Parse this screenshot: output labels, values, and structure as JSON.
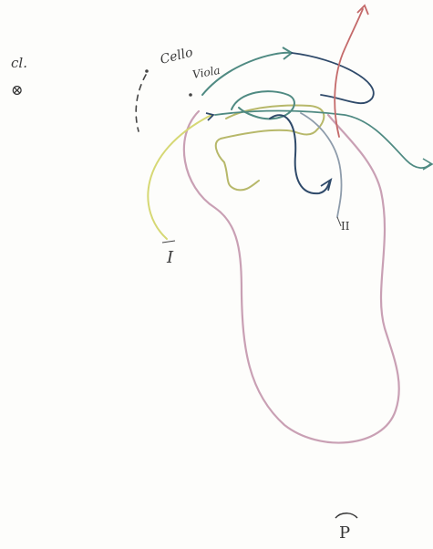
{
  "labels": {
    "corner_mark": "cl.",
    "corner_symbol": "⊗",
    "cello": "Cello",
    "viola": "Viola",
    "roman_one": "I",
    "roman_two": "II",
    "bottom_letter": "P"
  },
  "colors": {
    "background": "#fdfdfb",
    "ink": "#333333",
    "pink": "#c9a0b4",
    "yellow": "#d6d874",
    "olive": "#b7b86a",
    "green": "#4f8a82",
    "navy": "#2f4a6a",
    "grey_blue": "#8e9cab",
    "red": "#c46a6a",
    "dark": "#444444"
  }
}
